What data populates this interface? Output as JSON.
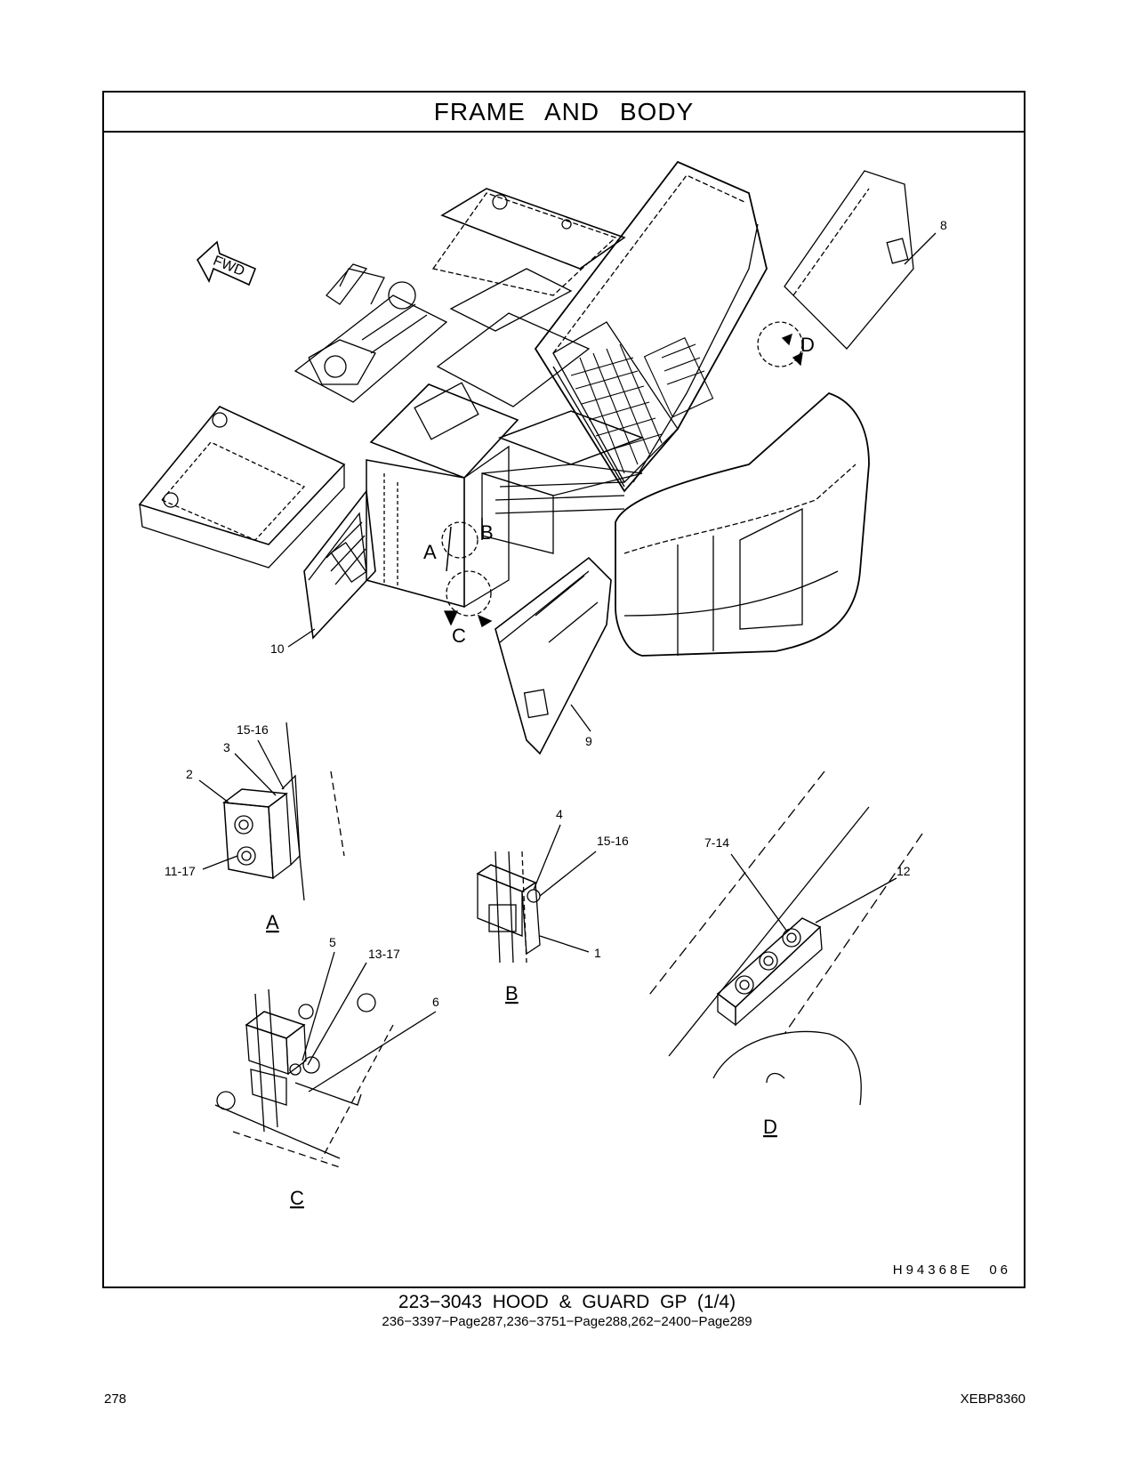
{
  "header": {
    "title": "FRAME AND BODY"
  },
  "illustration": {
    "fwd_label": "FWD",
    "view_markers": [
      "A",
      "B",
      "C",
      "D"
    ],
    "callouts": {
      "c8": "8",
      "c9": "9",
      "c10": "10",
      "c15_16_a": "15-16",
      "c3": "3",
      "c2": "2",
      "c11_17": "11-17",
      "c4": "4",
      "c15_16_b": "15-16",
      "c1": "1",
      "c7_14": "7-14",
      "c12": "12",
      "c5": "5",
      "c13_17": "13-17",
      "c6": "6"
    },
    "detail_labels": {
      "a": "A",
      "b": "B",
      "c": "C",
      "d": "D"
    },
    "figure_code": "H94368E",
    "figure_rev": "06"
  },
  "caption": {
    "main": "223−3043 HOOD & GUARD GP (1/4)",
    "sub": "236−3397−Page287,236−3751−Page288,262−2400−Page289"
  },
  "footer": {
    "page_number": "278",
    "document_id": "XEBP8360"
  }
}
